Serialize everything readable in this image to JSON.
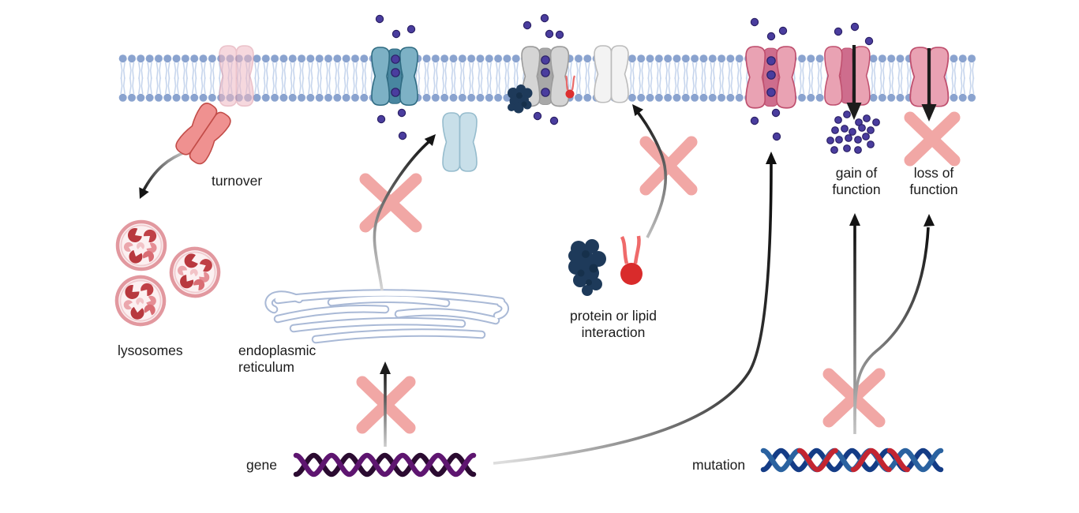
{
  "diagram": {
    "title_context": "ion channel regulation diagram",
    "labels": {
      "turnover": "turnover",
      "lysosomes": "lysosomes",
      "er_line1": "endoplasmic",
      "er_line2": "reticulum",
      "gene": "gene",
      "mutation": "mutation",
      "interaction_line1": "protein or lipid",
      "interaction_line2": "interaction",
      "gain_line1": "gain of",
      "gain_line2": "function",
      "loss_line1": "loss of",
      "loss_line2": "function"
    },
    "palette": {
      "membrane_head": "#8aa3cf",
      "membrane_tail": "#c3d3ec",
      "ion": "#4a3d9e",
      "blocked_cross": "#f1a7a5",
      "channel_pink_lobe": "#e9a2b3",
      "channel_pink_pore": "#ce6d8d",
      "channel_teal_lobe": "#7db1c5",
      "channel_teal_pore": "#4886a0",
      "channel_gray_lobe": "#d5d5d5",
      "channel_light_blue": "#c8dfe9",
      "turnover_channel": "#ef9190",
      "lysosome_ring": "#e2989f",
      "lysosome_enzyme_dark": "#b8383e",
      "er_outline": "#a9b9d6",
      "protein_blob": "#1e3a5a",
      "lipid_red": "#d92b2b",
      "gene_dna_strand1": "#5e1570",
      "gene_dna_strand2": "#2b0b31",
      "mutation_dna_strand1": "#2a62a0",
      "mutation_dna_strand2": "#143c86",
      "mutation_dna_red": "#c32531",
      "arrow_dark": "#141414"
    }
  }
}
